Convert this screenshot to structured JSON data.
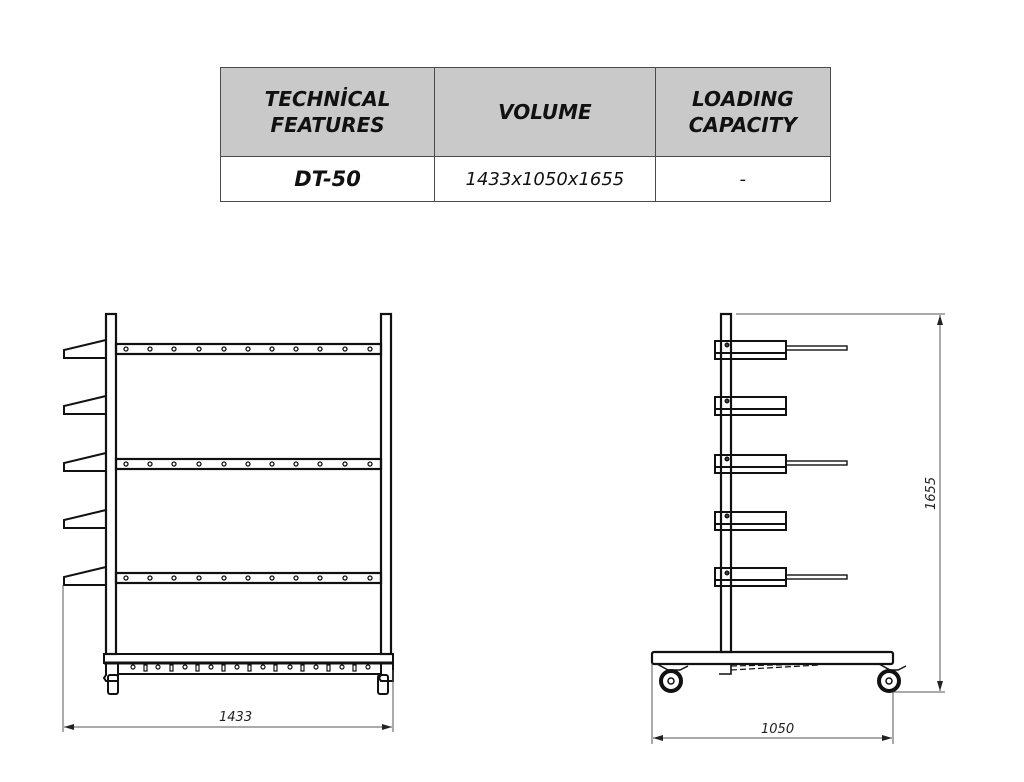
{
  "table": {
    "headers": [
      "TECHNİCAL\nFEATURES",
      "VOLUME",
      "LOADING\nCAPACITY"
    ],
    "header_lines": [
      [
        "TECHNİCAL",
        "FEATURES"
      ],
      [
        "VOLUME"
      ],
      [
        "LOADING",
        "CAPACITY"
      ]
    ],
    "rows": [
      {
        "model": "DT-50",
        "volume": "1433x1050x1655",
        "loading_capacity": "-"
      }
    ],
    "header_bg": "#c9c9c9"
  },
  "front_view": {
    "width_dimension": "1433",
    "shelf_count": 3,
    "side_bracket_count": 5,
    "pegs_per_shelf": 11
  },
  "side_view": {
    "depth_dimension": "1050",
    "height_dimension": "1655",
    "arm_count": 5
  },
  "colors": {
    "line": "#111111",
    "dimension_line": "#555555"
  }
}
